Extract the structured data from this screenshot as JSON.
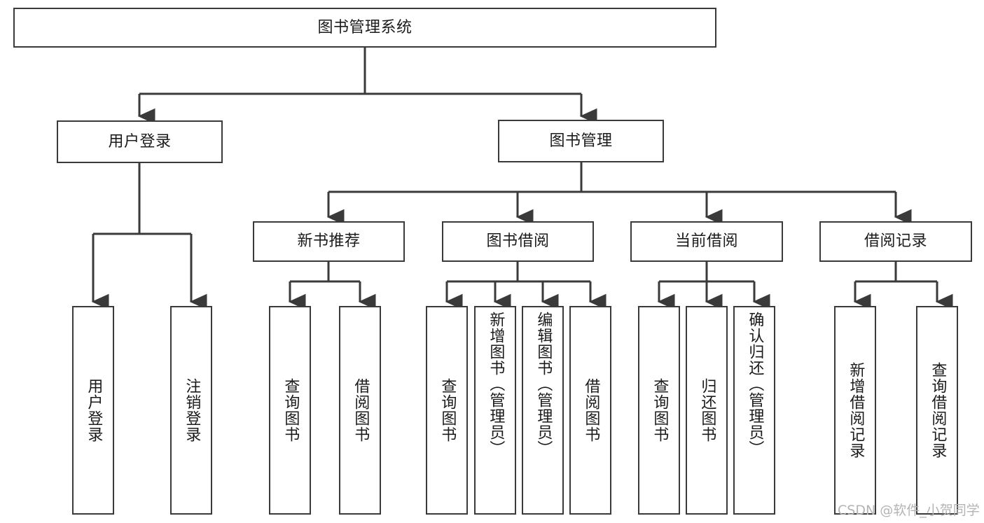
{
  "diagram": {
    "title": "图书管理系统",
    "root": {
      "id": "root",
      "label": "图书管理系统"
    },
    "level2": [
      {
        "id": "user-login",
        "label": "用户登录"
      },
      {
        "id": "book-manage",
        "label": "图书管理"
      }
    ],
    "level3": [
      {
        "id": "new-book-recommend",
        "label": "新书推荐"
      },
      {
        "id": "book-borrow",
        "label": "图书借阅"
      },
      {
        "id": "current-borrow",
        "label": "当前借阅"
      },
      {
        "id": "borrow-record",
        "label": "借阅记录"
      }
    ],
    "leaves": {
      "user_login": [
        {
          "id": "leaf-user-login",
          "label": "用户登录"
        },
        {
          "id": "leaf-logout-login",
          "label": "注销登录"
        }
      ],
      "new_book_recommend": [
        {
          "id": "leaf-query-book-1",
          "label": "查询图书"
        },
        {
          "id": "leaf-borrow-book-1",
          "label": "借阅图书"
        }
      ],
      "book_borrow": [
        {
          "id": "leaf-query-book-2",
          "label": "查询图书"
        },
        {
          "id": "leaf-add-book",
          "label": "新增图书（管理员）"
        },
        {
          "id": "leaf-edit-book",
          "label": "编辑图书（管理员）"
        },
        {
          "id": "leaf-borrow-book-2",
          "label": "借阅图书"
        }
      ],
      "current_borrow": [
        {
          "id": "leaf-query-book-3",
          "label": "查询图书"
        },
        {
          "id": "leaf-return-book",
          "label": "归还图书"
        },
        {
          "id": "leaf-confirm-return",
          "label": "确认归还（管理员）"
        }
      ],
      "borrow_record": [
        {
          "id": "leaf-add-record",
          "label": "新增借阅记录"
        },
        {
          "id": "leaf-query-record",
          "label": "查询借阅记录"
        }
      ]
    }
  },
  "watermark": {
    "text": "CSDN @软件_小贺同学"
  },
  "colors": {
    "stroke": "#3a3a3a",
    "box_fill": "#ffffff",
    "text": "#1b1b1b",
    "watermark": "#b4b4b4",
    "background": "#ffffff"
  }
}
